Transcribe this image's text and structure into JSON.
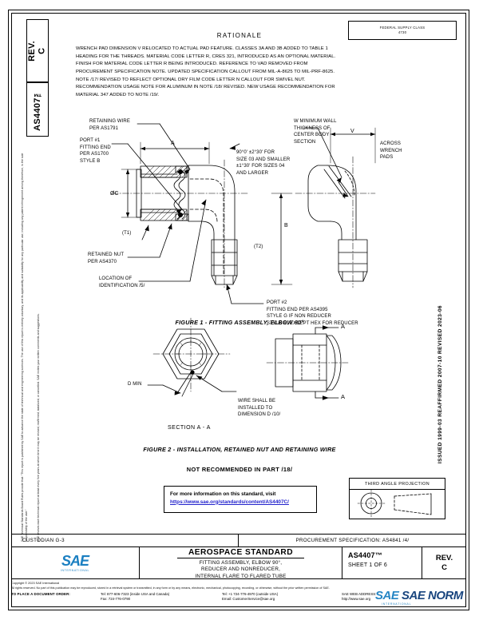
{
  "document": {
    "rev_label": "REV.",
    "rev_value": "C",
    "std_number": "AS4407™",
    "drawing_number_box": [
      "FEDERAL SUPPLY CLASS",
      "4730"
    ],
    "dates_vertical": "ISSUED 1999-03    REAFFIRMED 2007-10    REVISED 2023-06"
  },
  "rationale": {
    "heading": "RATIONALE",
    "lines": [
      "WRENCH PAD DIMENSION V RELOCATED TO ACTUAL PAD FEATURE. CLASSES 3A AND 3B ADDED TO TABLE 1",
      "HEADING FOR THE THREADS. MATERIAL CODE LETTER R, CRES 321, INTRODUCED AS AN OPTIONAL MATERIAL.",
      "FINISH FOR MATERIAL CODE LETTER R BEING INTRODUCED. REFERENCE TO VAD REMOVED FROM",
      "PROCUREMENT SPECIFICATION NOTE. UPDATED SPECIFICATION CALLOUT FROM MIL-A-8625 TO MIL-PRF-8625.",
      "NOTE /17/ REVISED TO REFLECT OPTIONAL DRY FILM CODE LETTER N CALLOUT FOR SWIVEL NUT.",
      "RECOMMENDATION USAGE NOTE FOR ALUMINUM IN NOTE /18/ REVISED. NEW USAGE RECOMMENDATION FOR",
      "MATERIAL 347 ADDED TO NOTE /19/."
    ]
  },
  "disclaimer": {
    "line1": "SAE Technical Standards Board Rules provide that: “This report is published by SAE to advance the state of technical and engineering sciences. The use of this report is entirely voluntary, and its applicability and suitability for any particular use, including any patent infringement arising therefrom, is the sole responsibility of the user.”",
    "line2": "SAE reviews each technical report at least every five years at which time it may be revised, reaffirmed, stabilized, or cancelled. SAE invites your written comments and suggestions."
  },
  "figure1": {
    "caption": "FIGURE 1 - FITTING ASSEMBLY, ELBOW 90°",
    "annotations": [
      {
        "key": "retaining-wire",
        "text": "RETAINING WIRE\nPER AS1791"
      },
      {
        "key": "port1",
        "text": "PORT #1\nFITTING END\nPER AS1700\nSTYLE B"
      },
      {
        "key": "dim-a",
        "text": "A"
      },
      {
        "key": "dim-oc",
        "text": "ØC"
      },
      {
        "key": "t1",
        "text": "(T1)"
      },
      {
        "key": "retained-nut",
        "text": "RETAINED NUT\nPER AS4370"
      },
      {
        "key": "identification",
        "text": "LOCATION OF\nIDENTIFICATION /5/"
      },
      {
        "key": "angle-tol",
        "text": "90°0' ±2°30' FOR\nSIZE 03 AND SMALLER\n±1°30' FOR SIZES 04\nAND LARGER"
      },
      {
        "key": "t2",
        "text": "(T2)"
      },
      {
        "key": "dim-b",
        "text": "B"
      },
      {
        "key": "port2",
        "text": "PORT #2\nFITTING END PER AS4395\nSTYLE G IF NON REDUCER\nSTYLE E, EXCEPT HEX FOR REDUCER"
      },
      {
        "key": "wall-thickness",
        "text": "W MINIMUM WALL\nTHICKNESS OF\nCENTER BODY\nSECTION"
      },
      {
        "key": "dim-v",
        "text": "V"
      },
      {
        "key": "wrench-pads",
        "text": "ACROSS\nWRENCH\nPADS"
      }
    ]
  },
  "figure2": {
    "caption": "FIGURE 2 - INSTALLATION, RETAINED NUT AND RETAINING WIRE",
    "section_label": "SECTION A - A",
    "annotations": [
      {
        "key": "d-min",
        "text": "D MIN"
      },
      {
        "key": "wire-note",
        "text": "WIRE SHALL BE\nINSTALLED TO\nDIMENSION D /10/"
      },
      {
        "key": "arrow-a-top",
        "text": "A"
      },
      {
        "key": "arrow-a-bot",
        "text": "A"
      }
    ]
  },
  "notes": {
    "not_recommended": "NOT RECOMMENDED IN PART /18/"
  },
  "url_callout": {
    "line1": "For more information on this standard, visit",
    "line2": "https://www.sae.org/standards/content/AS4407C/"
  },
  "projection": {
    "title": "THIRD ANGLE PROJECTION"
  },
  "custodian_row": {
    "custodian": "CUSTODIAN  G-3",
    "procurement": "PROCUREMENT SPECIFICATION: AS4841 /4/"
  },
  "title_block": {
    "logo_text": "SAE",
    "logo_sub": "INTERNATIONAL",
    "standard_type": "AEROSPACE STANDARD",
    "title_lines": [
      "FITTING ASSEMBLY, ELBOW 90°,",
      "REDUCER AND NONREDUCER,",
      "INTERNAL FLARE TO FLARED TUBE"
    ],
    "doc_number": "AS4407™",
    "sheet": "SHEET 1 OF 6",
    "rev_label": "REV.",
    "rev_value": "C"
  },
  "footer": {
    "copyright": "Copyright © 2023 SAE International",
    "rights": "All rights reserved. No part of this publication may be reproduced, stored in a retrieval system or transmitted, in any form or by any means, electronic, mechanical, photocopying, recording, or otherwise, without the prior written permission of SAE.",
    "order_label": "TO PLACE A DOCUMENT ORDER:",
    "tel_usa": "Tel: 877-606-7323 (inside USA and Canada)",
    "fax": "Fax: 724-776-0790",
    "tel_intl": "Tel: +1 724-776-4970 (outside USA)",
    "email": "Email: CustomerService@sae.org",
    "web_label": "SAE WEB ADDRESS:",
    "web_url": "http://www.sae.org"
  },
  "watermark": {
    "logo": "SAE",
    "name": "SAE NORM",
    "sub": "INTERNATIONAL"
  },
  "colors": {
    "accent_blue": "#1a7fc1",
    "link_blue": "#2222cc",
    "frame": "#000000"
  }
}
